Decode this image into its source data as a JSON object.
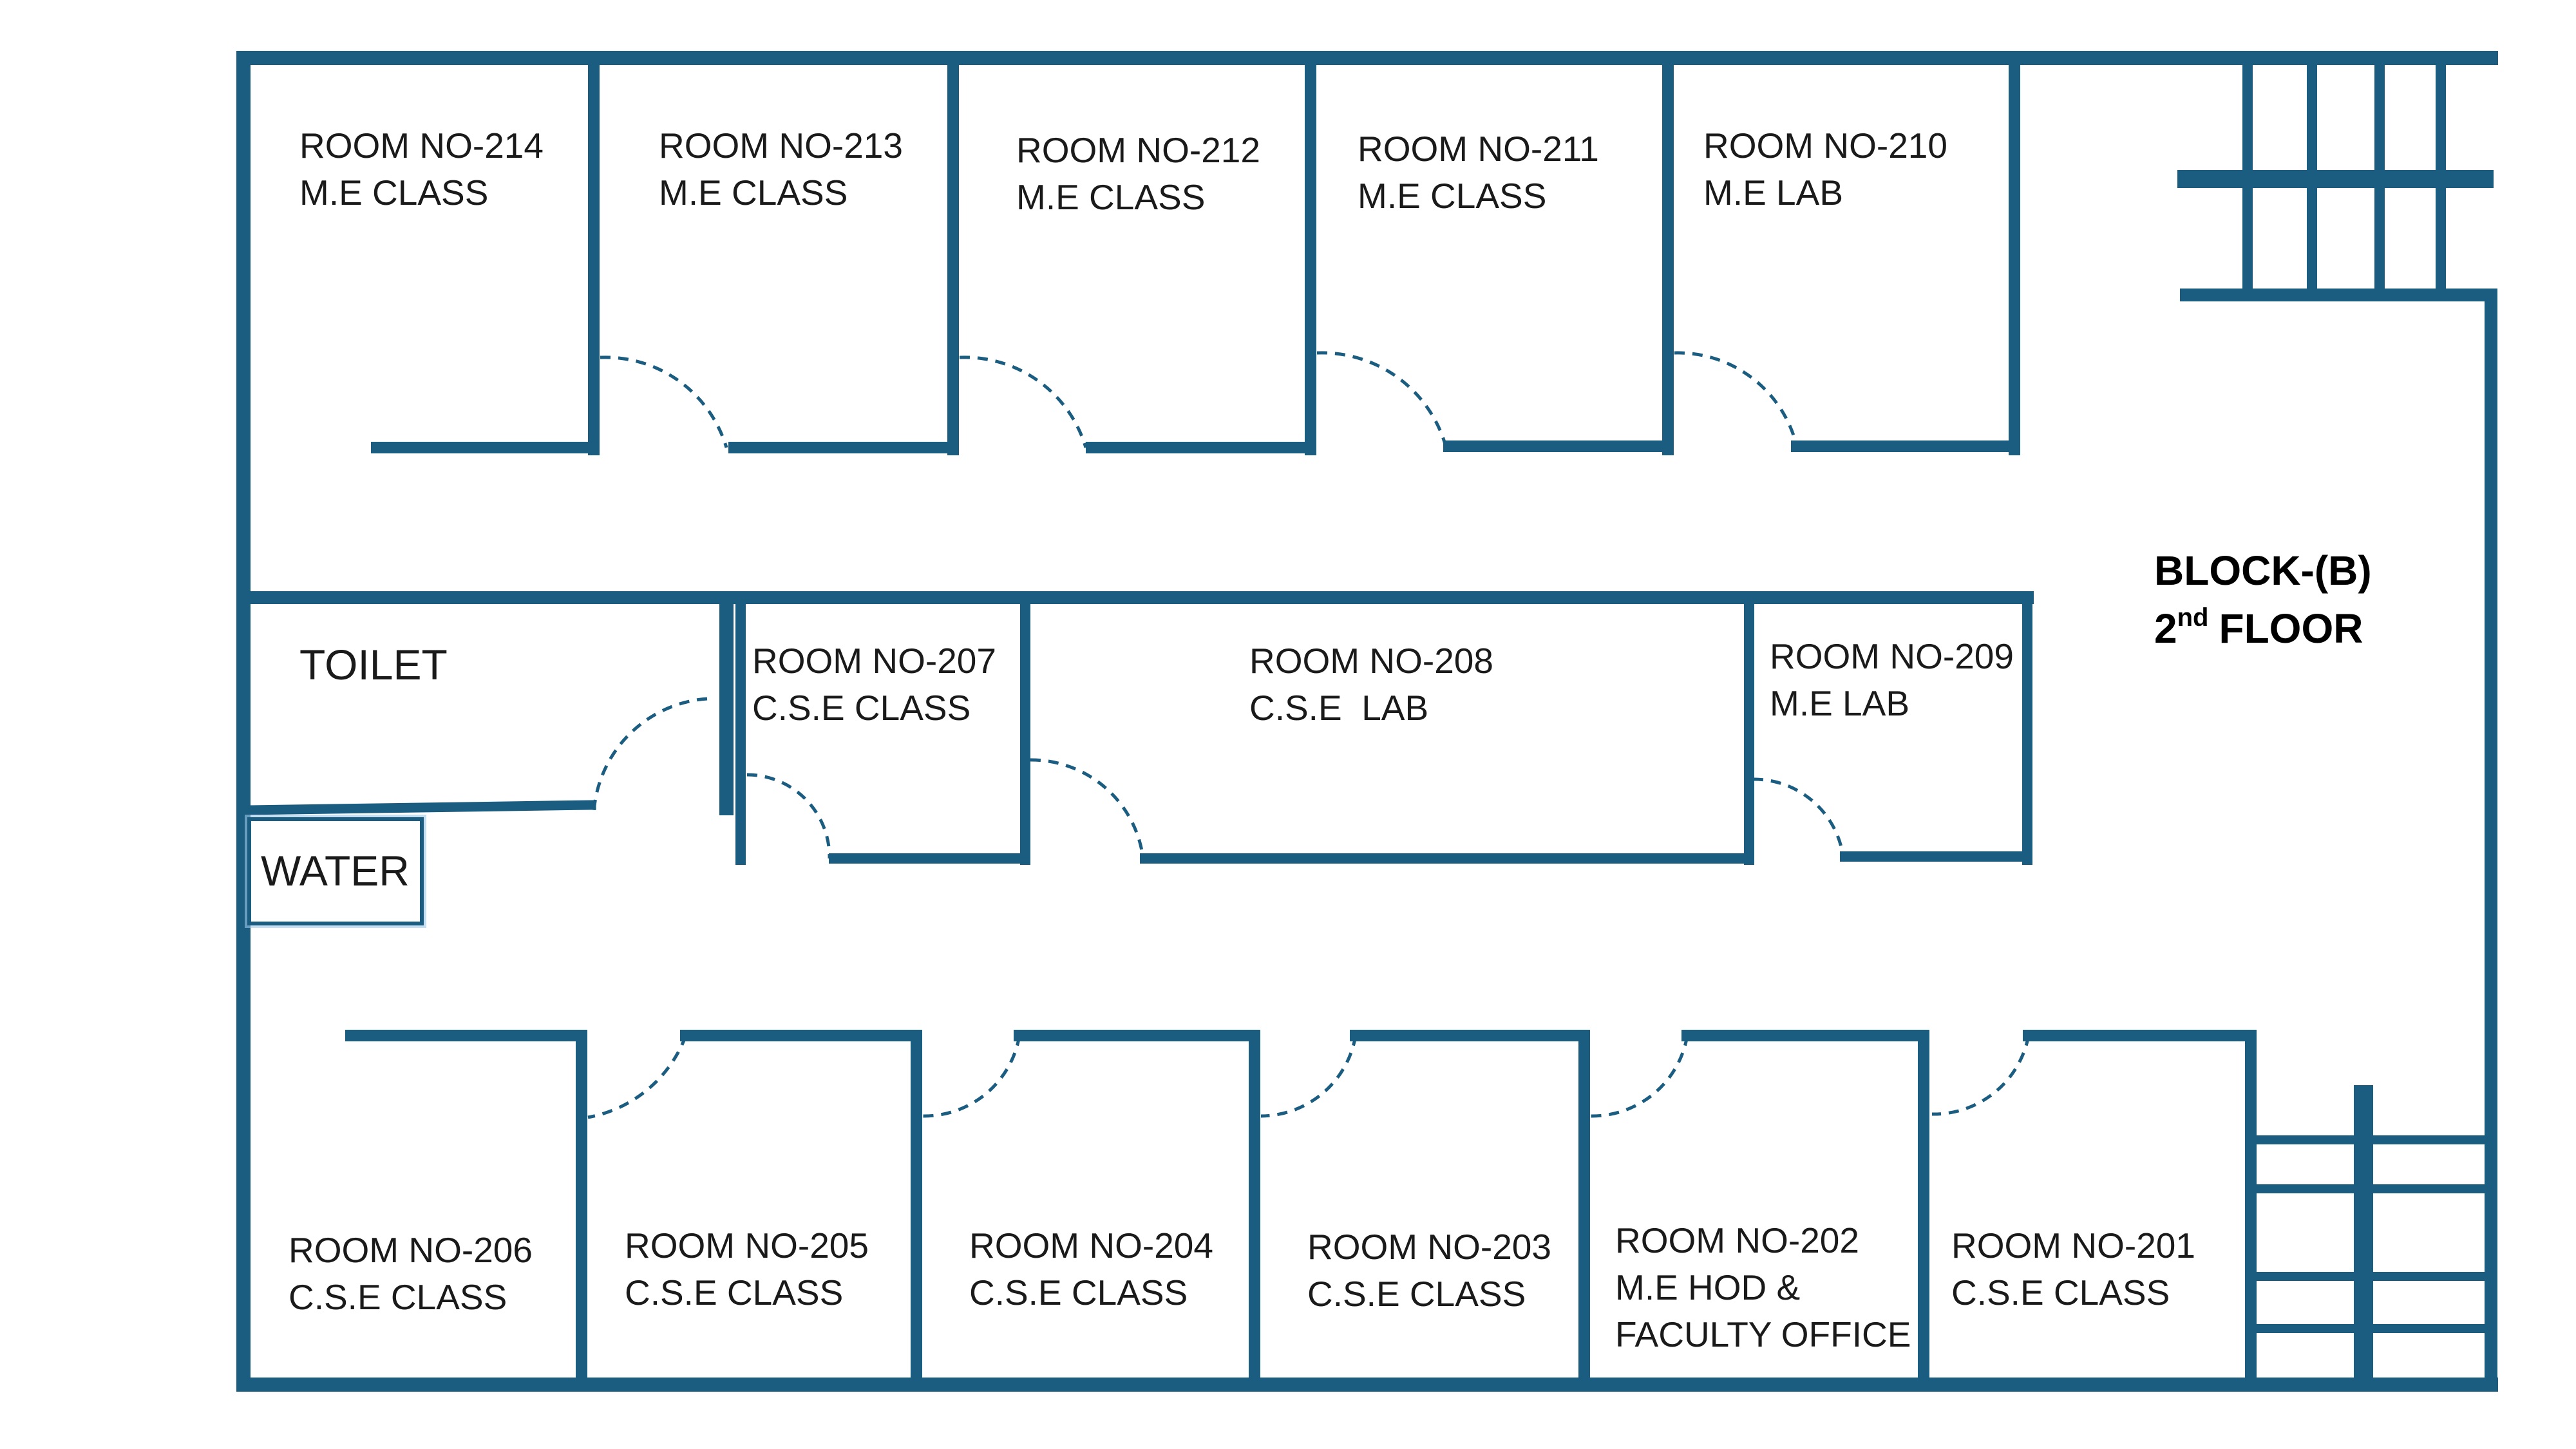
{
  "colors": {
    "wall": "#1b5d80",
    "door_swing": "#1b5d80",
    "background": "#ffffff",
    "water_glow": "#9cc8ea"
  },
  "block": {
    "name": "BLOCK-(B)",
    "floor_number": "2",
    "floor_suffix": "nd",
    "floor_word": "FLOOR"
  },
  "rooms": {
    "r214": {
      "no": "ROOM NO-214",
      "use": "M.E CLASS"
    },
    "r213": {
      "no": "ROOM NO-213",
      "use": "M.E CLASS"
    },
    "r212": {
      "no": "ROOM NO-212",
      "use": "M.E CLASS"
    },
    "r211": {
      "no": "ROOM NO-211",
      "use": "M.E CLASS"
    },
    "r210": {
      "no": "ROOM NO-210",
      "use": "M.E LAB"
    },
    "r207": {
      "no": "ROOM NO-207",
      "use": "C.S.E CLASS"
    },
    "r208": {
      "no": "ROOM NO-208",
      "use": "C.S.E  LAB"
    },
    "r209": {
      "no": "ROOM NO-209",
      "use": "M.E LAB"
    },
    "r206": {
      "no": "ROOM NO-206",
      "use": "C.S.E CLASS"
    },
    "r205": {
      "no": "ROOM NO-205",
      "use": "C.S.E CLASS"
    },
    "r204": {
      "no": "ROOM NO-204",
      "use": "C.S.E CLASS"
    },
    "r203": {
      "no": "ROOM NO-203",
      "use": "C.S.E CLASS"
    },
    "r202": {
      "no": "ROOM NO-202",
      "use_line1": "M.E HOD &",
      "use_line2": "FACULTY OFFICE"
    },
    "r201": {
      "no": "ROOM NO-201",
      "use": "C.S.E CLASS"
    }
  },
  "toilet": "TOILET",
  "water": "WATER"
}
